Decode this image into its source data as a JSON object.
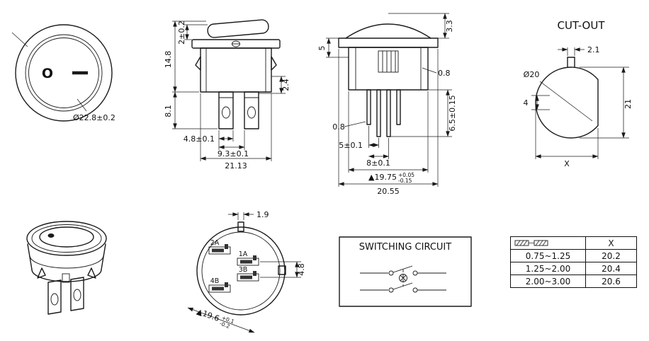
{
  "views": {
    "front_round": {
      "dia_label": "Ø22.8±0.2",
      "marking_on": "O"
    },
    "side": {
      "dims": {
        "total_height": "14.8",
        "actuator_height": "2±0.2",
        "terminal_height": "8.1",
        "terminal_width": "4.8±0.1",
        "terminal_pitch": "9.3±0.1",
        "body_width": "21.13",
        "step": "2.4"
      }
    },
    "front": {
      "dims": {
        "bezel_height": "5",
        "dome_height": "3.3",
        "wall": "0.8",
        "pin_thickness": "0.8",
        "pin_pitch_small": "5±0.1",
        "pin_pitch_large": "8±0.1",
        "pin_length": "6.5±0.15",
        "body_dia": "▲19.75",
        "body_dia_tol_up": "+0.05",
        "body_dia_tol_dn": "-0.15",
        "flange_dia": "20.55"
      }
    },
    "cutout": {
      "title": "CUT-OUT",
      "dims": {
        "notch_width": "2.1",
        "hole_dia": "Ø20",
        "flat_offset": "4",
        "height": "21",
        "width": "X"
      }
    },
    "bottom": {
      "dims": {
        "tab_width": "1.9",
        "terminal_gap": "4.8",
        "dia": "▲19.6",
        "dia_tol_up": "+0.1",
        "dia_tol_dn": "-0.2"
      },
      "terminals": [
        "2A",
        "1A",
        "3B",
        "4B"
      ]
    },
    "circuit": {
      "title": "SWITCHING CIRCUIT"
    },
    "table": {
      "header_x": "X",
      "rows": [
        {
          "range": "0.75~1.25",
          "x": "20.2"
        },
        {
          "range": "1.25~2.00",
          "x": "20.4"
        },
        {
          "range": "2.00~3.00",
          "x": "20.6"
        }
      ]
    }
  }
}
